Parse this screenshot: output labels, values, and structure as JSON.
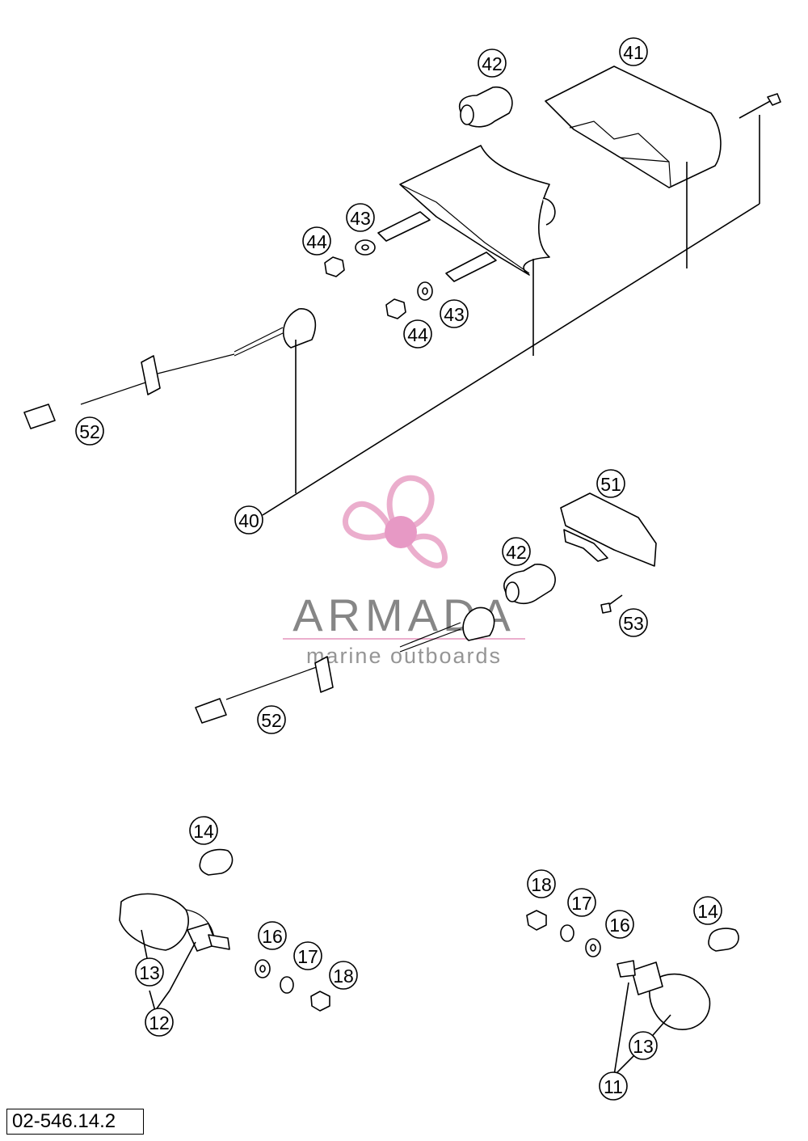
{
  "diagram_code": "02-546.14.2",
  "watermark": {
    "brand": "ARMADA",
    "tagline": "marine outboards",
    "colors": {
      "propeller": "#e9a6c8",
      "hub": "#e58fbf",
      "brand_text": "#7a7a7a",
      "tagline_text": "#8a8a8a",
      "rule": "#e9a6c8"
    }
  },
  "callouts": [
    {
      "id": "c41a",
      "label": "41"
    },
    {
      "id": "c42a",
      "label": "42"
    },
    {
      "id": "c43a",
      "label": "43"
    },
    {
      "id": "c44a",
      "label": "44"
    },
    {
      "id": "c43b",
      "label": "43"
    },
    {
      "id": "c44b",
      "label": "44"
    },
    {
      "id": "c52a",
      "label": "52"
    },
    {
      "id": "c40",
      "label": "40"
    },
    {
      "id": "c51",
      "label": "51"
    },
    {
      "id": "c42b",
      "label": "42"
    },
    {
      "id": "c53",
      "label": "53"
    },
    {
      "id": "c52b",
      "label": "52"
    },
    {
      "id": "c14a",
      "label": "14"
    },
    {
      "id": "c16a",
      "label": "16"
    },
    {
      "id": "c17a",
      "label": "17"
    },
    {
      "id": "c18a",
      "label": "18"
    },
    {
      "id": "c13a",
      "label": "13"
    },
    {
      "id": "c12",
      "label": "12"
    },
    {
      "id": "c18b",
      "label": "18"
    },
    {
      "id": "c17b",
      "label": "17"
    },
    {
      "id": "c16b",
      "label": "16"
    },
    {
      "id": "c14b",
      "label": "14"
    },
    {
      "id": "c13b",
      "label": "13"
    },
    {
      "id": "c11",
      "label": "11"
    }
  ]
}
